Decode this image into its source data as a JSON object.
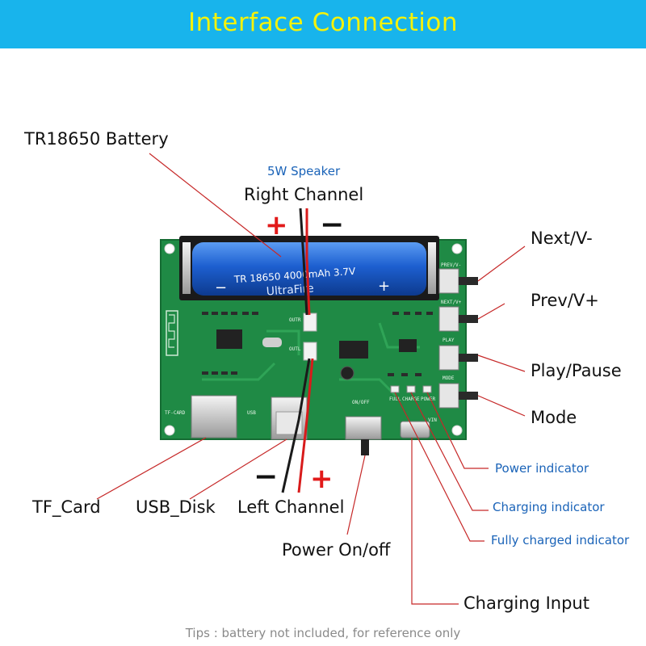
{
  "banner": {
    "title": "Interface  Connection"
  },
  "labels": {
    "battery": "TR18650 Battery",
    "speaker_type": "5W Speaker",
    "right_channel": "Right Channel",
    "left_channel": "Left Channel",
    "next": "Next/V-",
    "prev": "Prev/V+",
    "play_pause": "Play/Pause",
    "mode": "Mode",
    "power_indicator": "Power indicator",
    "charging_indicator": "Charging indicator",
    "fully_charged_indicator": "Fully charged indicator",
    "tf_card": "TF_Card",
    "usb_disk": "USB_Disk",
    "power_onoff": "Power On/off",
    "charging_input": "Charging Input"
  },
  "polarity": {
    "plus": "+",
    "minus": "−"
  },
  "battery_print": {
    "model": "TR 18650 4000mAh 3.7V",
    "brand": "UltraFire",
    "plus": "+",
    "minus": "−"
  },
  "board_silk": {
    "prev_v": "PREV/V-",
    "next_v": "NEXT/V+",
    "play": "PLAY",
    "mode": "MODE",
    "tf_card": "TF-CARD",
    "usb": "USB",
    "on_off": "ON/OFF",
    "vin": "VIN",
    "full": "FULL",
    "charge": "CHARGE",
    "power": "POWER",
    "outr": "OUTR",
    "outl": "OUTL"
  },
  "tips": "Tips : battery not included, for reference only",
  "colors": {
    "banner_bg": "#18b4ec",
    "banner_text": "#f5f20a",
    "pcb": "#1f8a45",
    "leader_line": "#c62828",
    "wire_red": "#d81b1b",
    "wire_black": "#1a1a1a",
    "battery": "#1d5fd0",
    "indicator_text": "#1a63b8"
  }
}
